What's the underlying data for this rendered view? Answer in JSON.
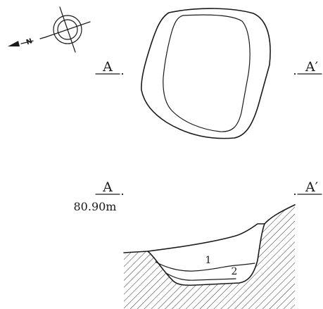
{
  "plan": {
    "section_left_label": "A",
    "section_right_label": "A′"
  },
  "profile": {
    "section_left_label": "A",
    "section_right_label": "A′",
    "elevation": "80.90m",
    "layers": [
      "1",
      "2"
    ]
  },
  "north_arrow": {
    "label": "N",
    "icon": "north-arrow-icon"
  },
  "colors": {
    "ink": "#1a1a1a",
    "background": "#ffffff"
  }
}
